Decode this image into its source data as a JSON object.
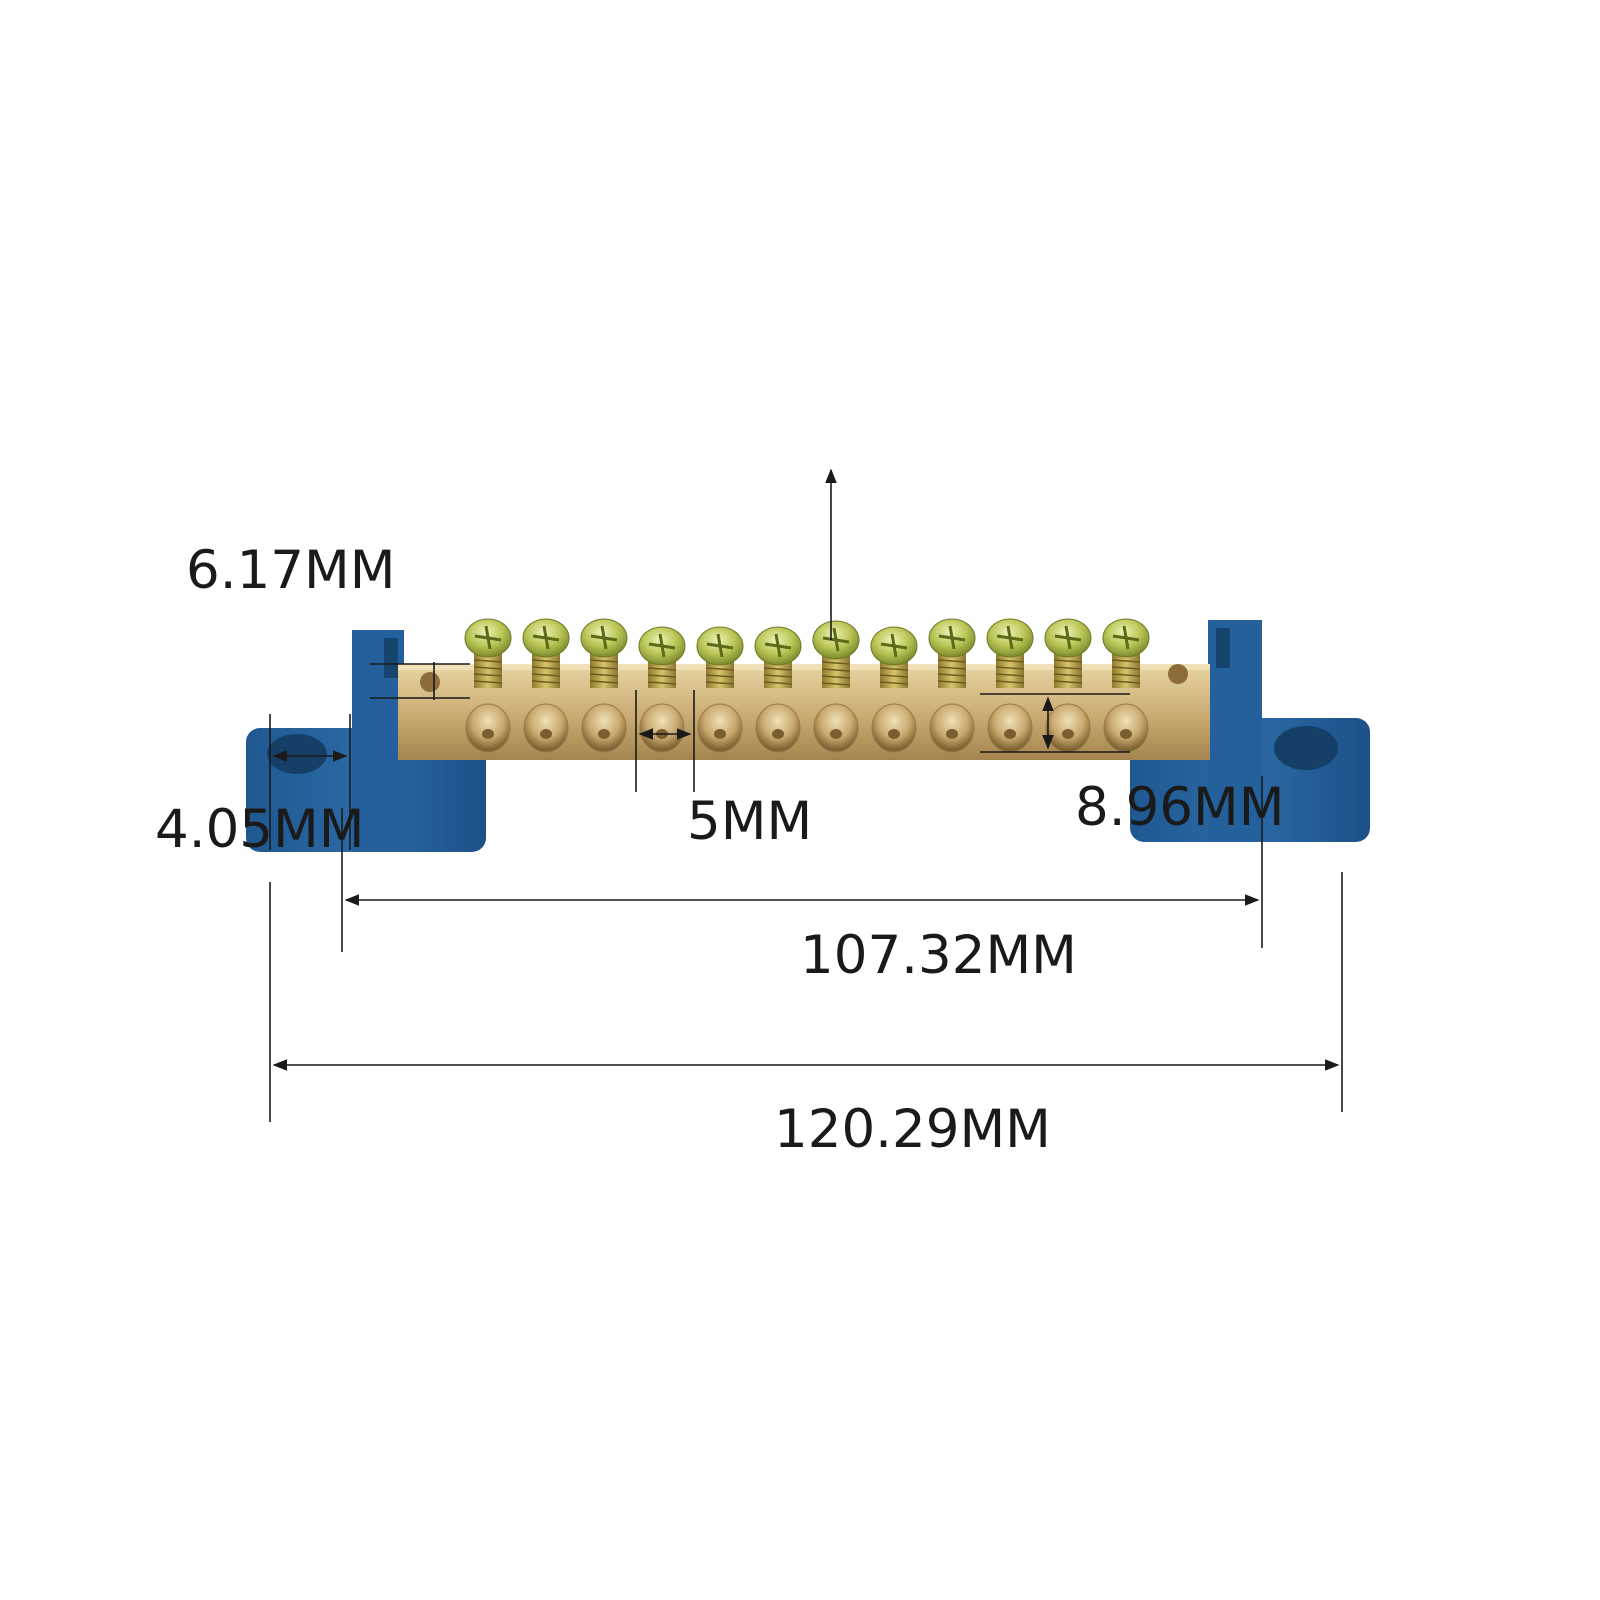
{
  "product": "bus bar terminal block",
  "screw_count": 12,
  "colors": {
    "background": "#ffffff",
    "base_blue": "#235e9a",
    "brass": "#c8a971",
    "screw_head": "#b5c24a",
    "dimension_line": "#1a1a1a"
  },
  "dimensions": {
    "mount_hole_width": "4.05MM",
    "bar_height": "6.17MM",
    "hole_pitch": "5MM",
    "hole_height": "8.96MM",
    "mount_hole_span": "107.32MM",
    "overall_length": "120.29MM"
  }
}
